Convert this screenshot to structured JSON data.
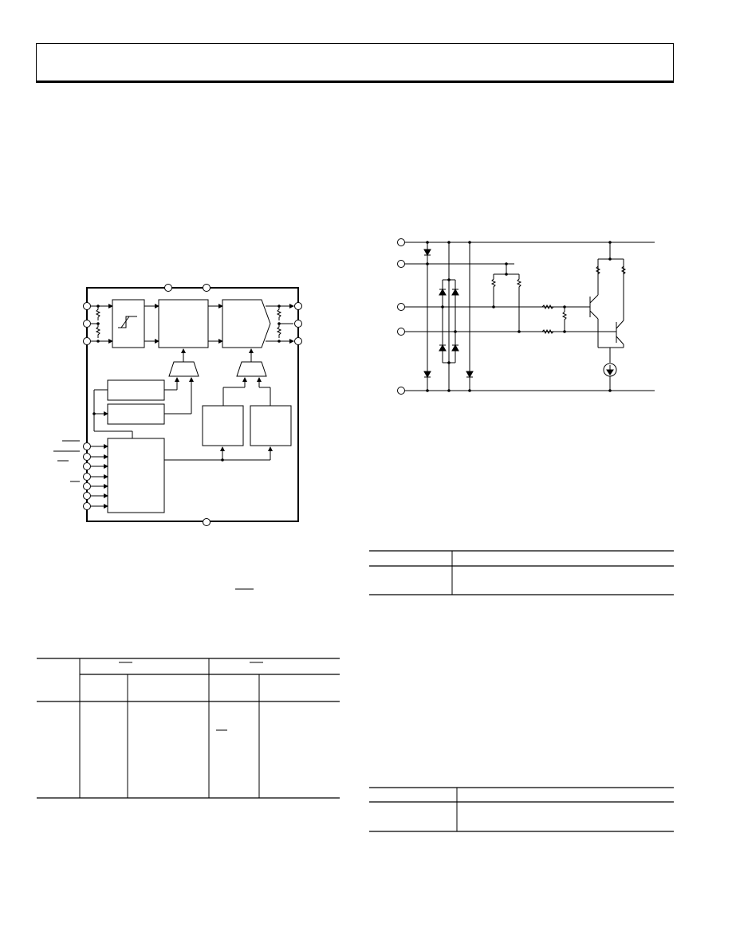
{
  "header": {
    "title": ""
  },
  "figures": {
    "block_diagram": {
      "caption": ""
    },
    "esd_schematic": {
      "caption": ""
    }
  },
  "tables": {
    "left_table": {
      "rows": 1
    },
    "right_table_1": {
      "rows": 1
    },
    "right_table_2": {
      "rows": 1
    }
  }
}
